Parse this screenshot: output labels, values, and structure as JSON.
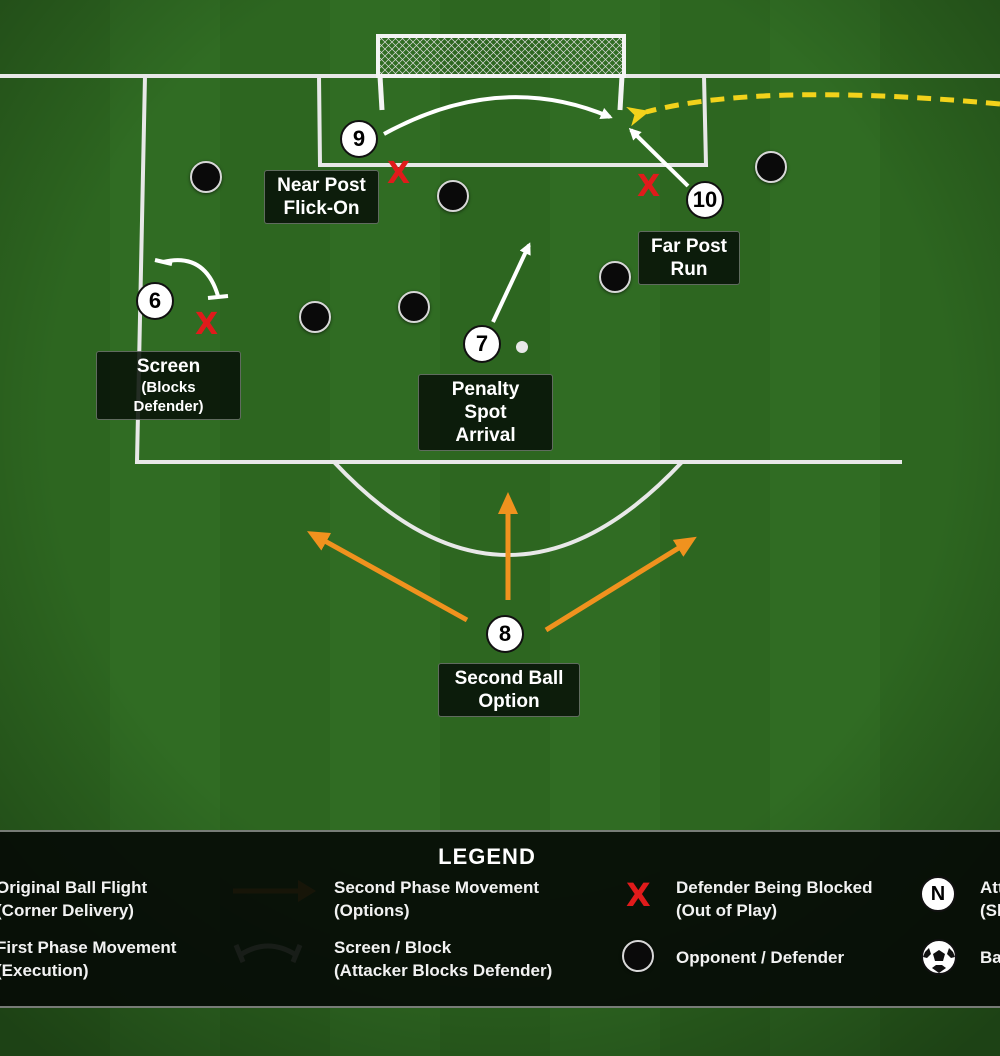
{
  "players": [
    {
      "number": "6"
    },
    {
      "number": "7"
    },
    {
      "number": "8"
    },
    {
      "number": "9"
    },
    {
      "number": "10"
    }
  ],
  "labels": {
    "screen": {
      "line1": "Screen",
      "line2": "(Blocks Defender)"
    },
    "near_post": {
      "line1": "Near Post",
      "line2": "Flick-On"
    },
    "far_post": {
      "line1": "Far Post",
      "line2": "Run"
    },
    "penalty_spot": {
      "line1": "Penalty Spot",
      "line2": "Arrival"
    },
    "second_ball": {
      "line1": "Second Ball",
      "line2": "Option"
    }
  },
  "defender_mark": "X",
  "colors": {
    "ball_flight": "#f2d21b",
    "second_phase": "#f0921e",
    "first_phase": "#ffffff",
    "blocked_defender": "#e01b1b",
    "pitch_dark": "#2f6b22",
    "pitch_light": "#3b7d2a"
  },
  "legend": {
    "title": "LEGEND",
    "items": [
      {
        "icon": "dashed-yellow-arrow-icon",
        "line1": "Original Ball Flight",
        "line2": "(Corner Delivery)"
      },
      {
        "icon": "orange-arrow-icon",
        "line1": "Second Phase Movement",
        "line2": "(Options)"
      },
      {
        "icon": "red-x-icon",
        "symbol": "X",
        "line1": "Defender Being Blocked",
        "line2": "(Out of Play)"
      },
      {
        "icon": "numbered-circle-icon",
        "symbol": "N",
        "line1": "Att",
        "line2": "(Sl"
      },
      {
        "icon": "white-arrow-icon",
        "line1": "First Phase Movement",
        "line2": "(Execution)"
      },
      {
        "icon": "screen-bracket-icon",
        "line1": "Screen / Block",
        "line2": "(Attacker Blocks Defender)"
      },
      {
        "icon": "black-circle-icon",
        "line1": "Opponent / Defender"
      },
      {
        "icon": "soccer-ball-icon",
        "line1": "Ba"
      }
    ]
  }
}
